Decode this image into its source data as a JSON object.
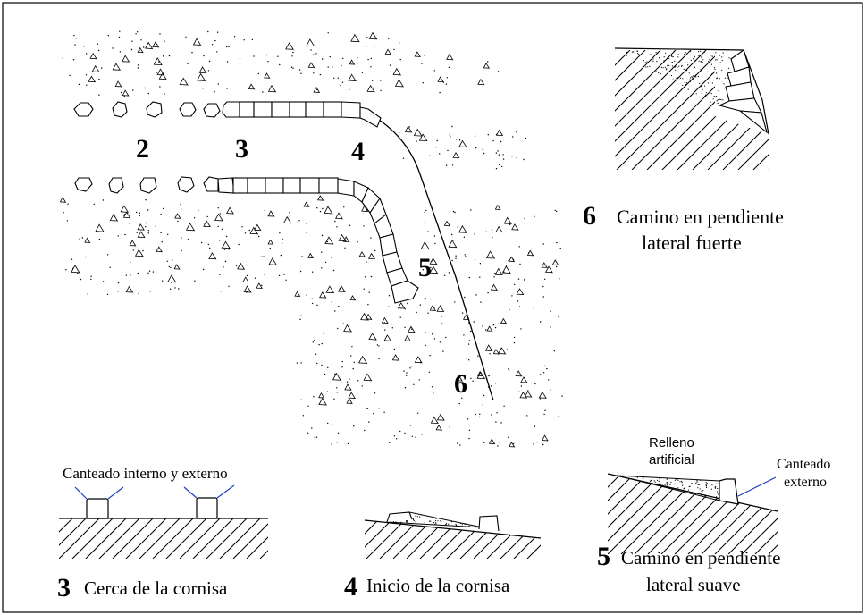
{
  "map": {
    "labels": [
      {
        "id": "label-2",
        "text": "2"
      },
      {
        "id": "label-3",
        "text": "3"
      },
      {
        "id": "label-4",
        "text": "4"
      },
      {
        "id": "label-5",
        "text": "5"
      },
      {
        "id": "label-6",
        "text": "6"
      }
    ]
  },
  "panel6": {
    "number": "6",
    "line1": "Camino en pendiente",
    "line2": "lateral fuerte"
  },
  "panel3": {
    "number": "3",
    "caption": "Cerca de la cornisa",
    "annotation": "Canteado interno y externo"
  },
  "panel4": {
    "number": "4",
    "caption": "Inicio de la cornisa"
  },
  "panel5": {
    "number": "5",
    "line1": "Camino en pendiente",
    "line2": "lateral suave",
    "fill_label_1": "Relleno",
    "fill_label_2": "artificial",
    "edge_label_1": "Canteado",
    "edge_label_2": "externo"
  },
  "colors": {
    "ink": "#000000",
    "leader": "#1f3fbf"
  }
}
